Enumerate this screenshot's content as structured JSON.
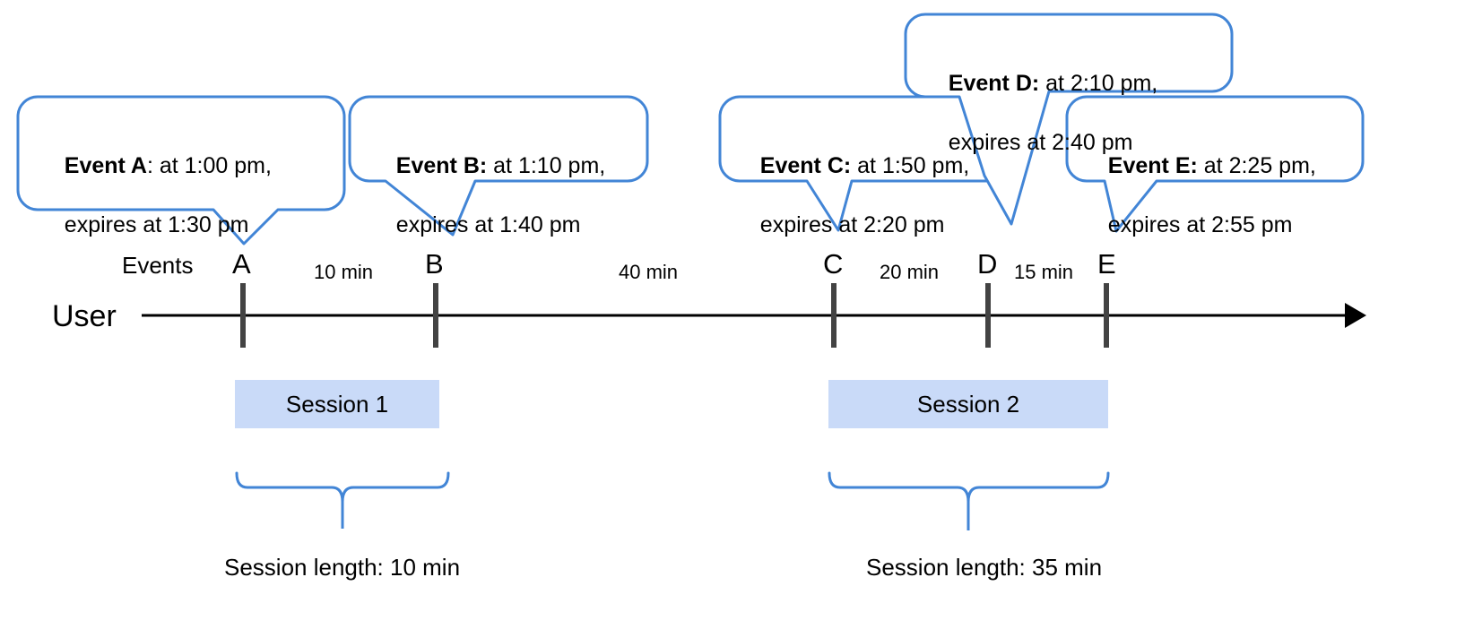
{
  "diagram": {
    "title_text_present": false,
    "colors": {
      "callout_border": "#4285d6",
      "callout_fill": "#ffffff",
      "session_fill": "#c9daf8",
      "brace": "#4285d6",
      "tick": "#434343",
      "axis": "#000000",
      "text": "#000000"
    },
    "axis": {
      "lane_label": "User",
      "events_label": "Events"
    },
    "events": [
      {
        "id": "A",
        "tick_label": "A",
        "bold": "Event A",
        "rest": ": at 1:00 pm,",
        "line2": "expires at 1:30 pm",
        "time": "1:00 pm",
        "expires": "1:30 pm"
      },
      {
        "id": "B",
        "tick_label": "B",
        "bold": "Event B:",
        "rest": " at 1:10 pm,",
        "line2": "expires at 1:40 pm",
        "time": "1:10 pm",
        "expires": "1:40 pm"
      },
      {
        "id": "C",
        "tick_label": "C",
        "bold": "Event C:",
        "rest": " at 1:50 pm,",
        "line2": "expires at 2:20 pm",
        "time": "1:50 pm",
        "expires": "2:20 pm"
      },
      {
        "id": "D",
        "tick_label": "D",
        "bold": "Event D:",
        "rest": " at 2:10 pm,",
        "line2": "expires at 2:40 pm",
        "time": "2:10 pm",
        "expires": "2:40 pm"
      },
      {
        "id": "E",
        "tick_label": "E",
        "bold": "Event E:",
        "rest": " at 2:25 pm,",
        "line2": "expires at 2:55 pm",
        "time": "2:25 pm",
        "expires": "2:55 pm"
      }
    ],
    "gaps": [
      {
        "label": "10 min",
        "between": "A-B"
      },
      {
        "label": "40 min",
        "between": "B-C"
      },
      {
        "label": "20 min",
        "between": "C-D"
      },
      {
        "label": "15 min",
        "between": "D-E"
      }
    ],
    "sessions": [
      {
        "name": "Session 1",
        "length_label": "Session length: 10 min"
      },
      {
        "name": "Session 2",
        "length_label": "Session length: 35 min"
      }
    ]
  }
}
